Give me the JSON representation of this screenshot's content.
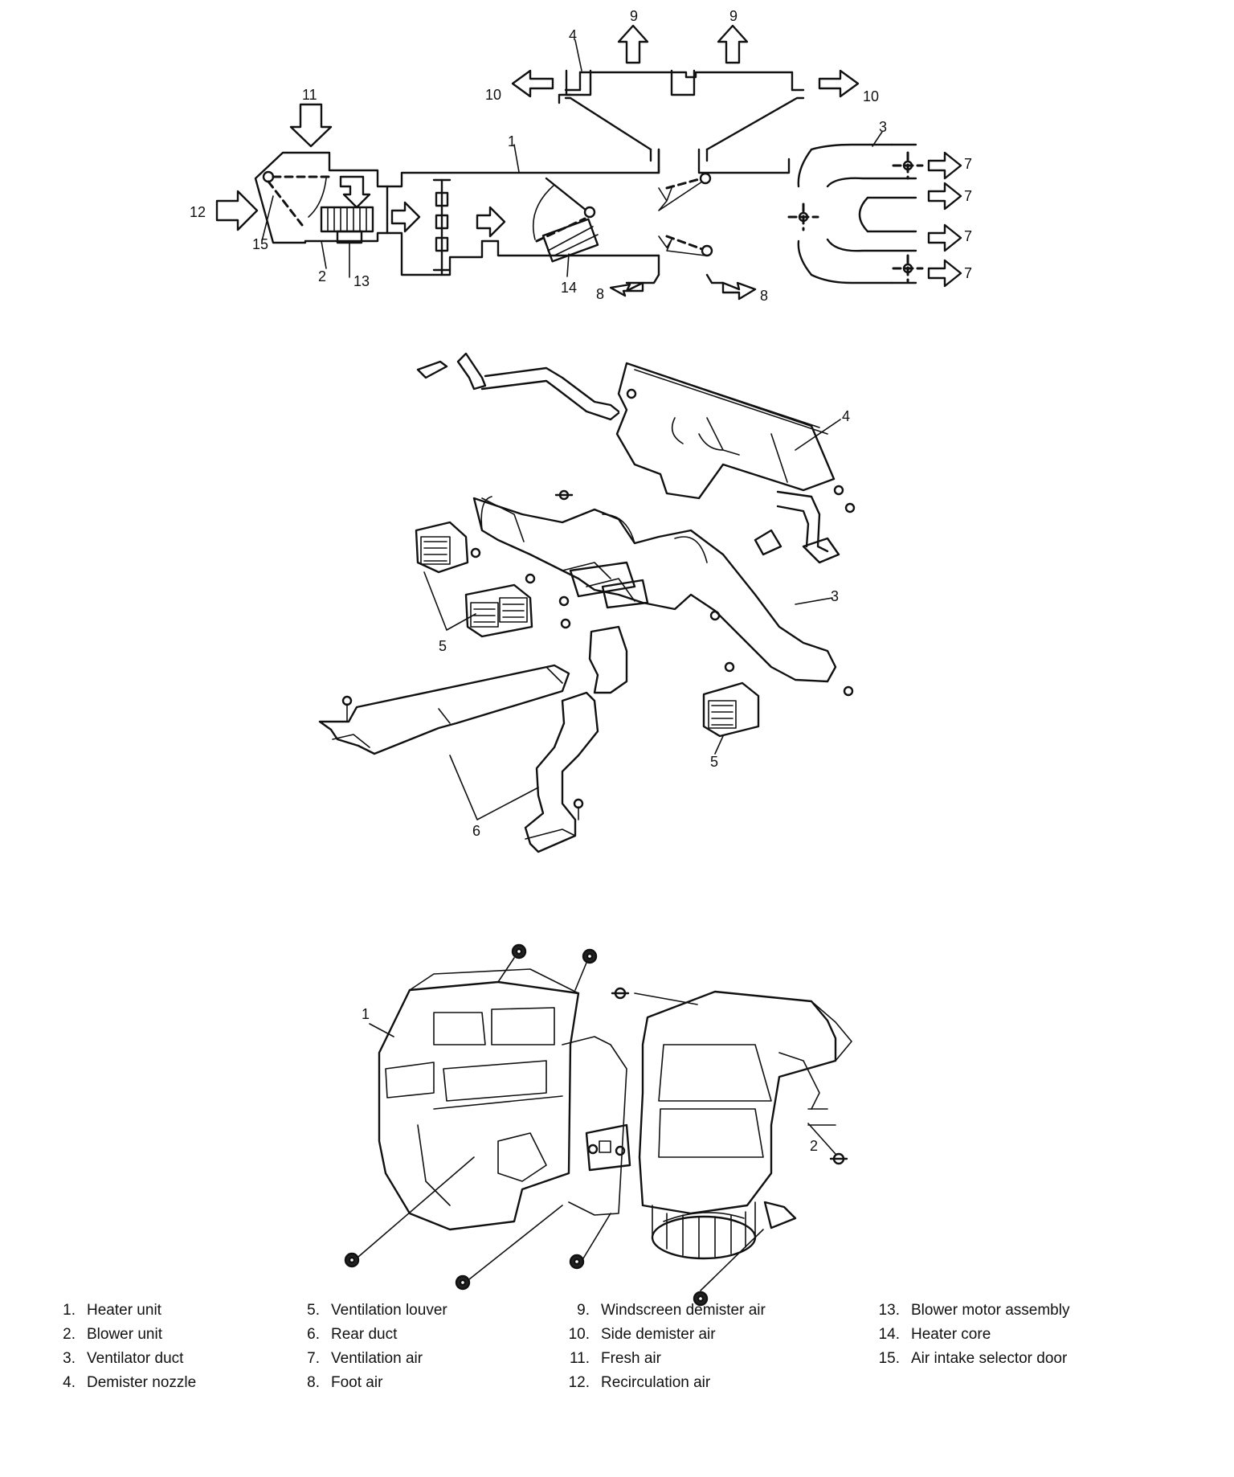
{
  "callouts": {
    "c1": "1",
    "c2": "2",
    "c3": "3",
    "c4": "4",
    "c5": "5",
    "c6": "6",
    "c7": "7",
    "c8": "8",
    "c9": "9",
    "c10": "10",
    "c11": "11",
    "c12": "12",
    "c13": "13",
    "c14": "14",
    "c15": "15"
  },
  "legend": [
    [
      {
        "num": "1.",
        "label": "Heater unit"
      },
      {
        "num": "2.",
        "label": "Blower unit"
      },
      {
        "num": "3.",
        "label": "Ventilator duct"
      },
      {
        "num": "4.",
        "label": "Demister nozzle"
      }
    ],
    [
      {
        "num": "5.",
        "label": "Ventilation louver"
      },
      {
        "num": "6.",
        "label": "Rear duct"
      },
      {
        "num": "7.",
        "label": "Ventilation air"
      },
      {
        "num": "8.",
        "label": "Foot air"
      }
    ],
    [
      {
        "num": "9.",
        "label": "Windscreen demister air"
      },
      {
        "num": "10.",
        "label": "Side demister air"
      },
      {
        "num": "11.",
        "label": "Fresh air"
      },
      {
        "num": "12.",
        "label": "Recirculation air"
      }
    ],
    [
      {
        "num": "13.",
        "label": "Blower motor assembly"
      },
      {
        "num": "14.",
        "label": "Heater core"
      },
      {
        "num": "15.",
        "label": "Air intake selector door"
      }
    ]
  ]
}
